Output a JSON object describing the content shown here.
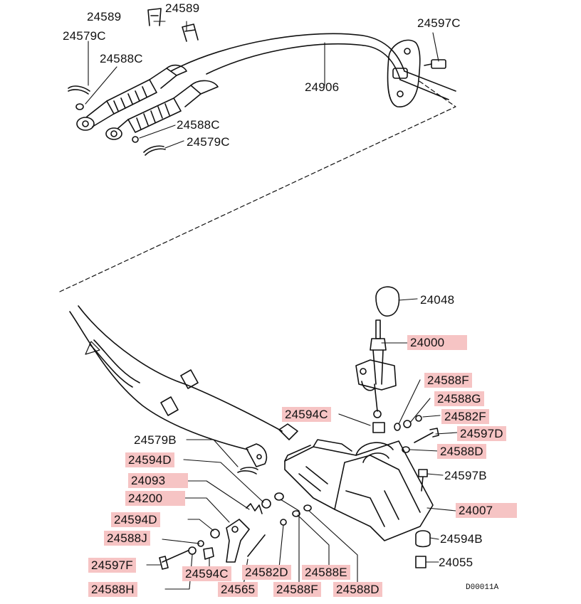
{
  "diagram": {
    "highlight_color": "#f6c4c4",
    "line_color": "#111111",
    "drawing_code": "D00011A",
    "labels": {
      "p24589_a": "24589",
      "p24589_b": "24589",
      "p24579c_top": "24579C",
      "p24588c_top": "24588C",
      "p24597c": "24597C",
      "p24906": "24906",
      "p24588c_mid": "24588C",
      "p24579c_mid": "24579C",
      "p24048": "24048",
      "p24000": "24000",
      "p24588f_r": "24588F",
      "p24588g": "24588G",
      "p24594c_r": "24594C",
      "p24582f": "24582F",
      "p24597d": "24597D",
      "p24579b": "24579B",
      "p24588d_r": "24588D",
      "p24594d_a": "24594D",
      "p24597b": "24597B",
      "p24093": "24093",
      "p24200": "24200",
      "p24007": "24007",
      "p24594d_b": "24594D",
      "p24594b": "24594B",
      "p24588j": "24588J",
      "p24597f": "24597F",
      "p24594c_b": "24594C",
      "p24582d": "24582D",
      "p24588e": "24588E",
      "p24055": "24055",
      "p24588h": "24588H",
      "p24565": "24565",
      "p24588f_b": "24588F",
      "p24588d_b": "24588D"
    }
  }
}
